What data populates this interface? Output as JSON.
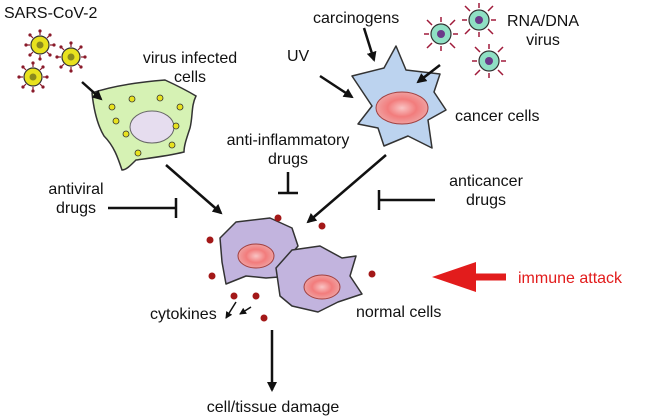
{
  "labels": {
    "sars": "SARS-CoV-2",
    "virus_infected_1": "virus infected",
    "virus_infected_2": "cells",
    "carcinogens": "carcinogens",
    "rna_dna_1": "RNA/DNA",
    "rna_dna_2": "virus",
    "uv": "UV",
    "cancer_cells": "cancer cells",
    "anti_inflammatory_1": "anti-inflammatory",
    "anti_inflammatory_2": "drugs",
    "antiviral_1": "antiviral",
    "antiviral_2": "drugs",
    "anticancer_1": "anticancer",
    "anticancer_2": "drugs",
    "immune_attack": "immune attack",
    "cytokines": "cytokines",
    "normal_cells": "normal cells",
    "damage": "cell/tissue damage"
  },
  "colors": {
    "sars_virus": "#e8e21e",
    "infected_cell": "#d6f2b4",
    "cancer_cell": "#bcd3ef",
    "cancer_nucleus": "#f27c7c",
    "rna_dna_virus": "#8fe0c4",
    "normal_cell": "#c2b4de",
    "normal_nucleus": "#f3848a",
    "cytokine": "#a31818",
    "immune_arrow": "#e21c1c",
    "immune_text": "#e21c1c"
  }
}
